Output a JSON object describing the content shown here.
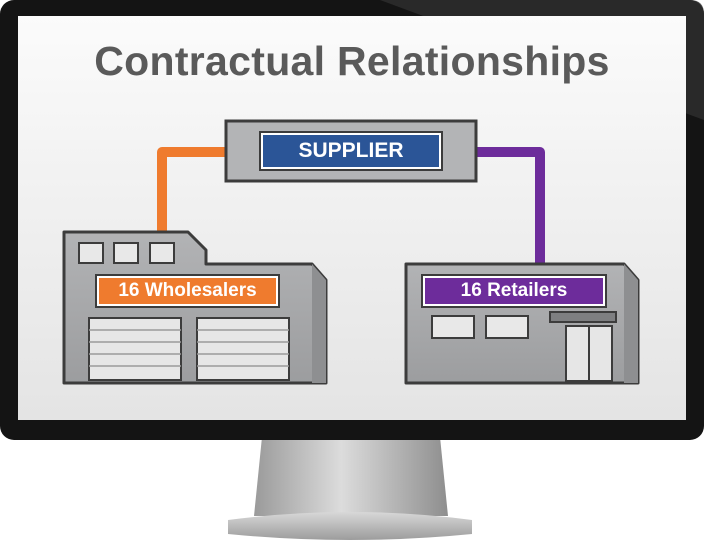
{
  "title": "Contractual Relationships",
  "nodes": {
    "supplier": "SUPPLIER",
    "wholesalers": "16 Wholesalers",
    "retailers": "16 Retailers"
  },
  "colors": {
    "supplier": "#2b5597",
    "wholesalers": "#ef7b2e",
    "retailers": "#6d2c9b",
    "building": "#a6a7a9",
    "title": "#5a5a5a"
  },
  "icons": [
    "monitor-icon",
    "warehouse-icon",
    "store-icon"
  ]
}
